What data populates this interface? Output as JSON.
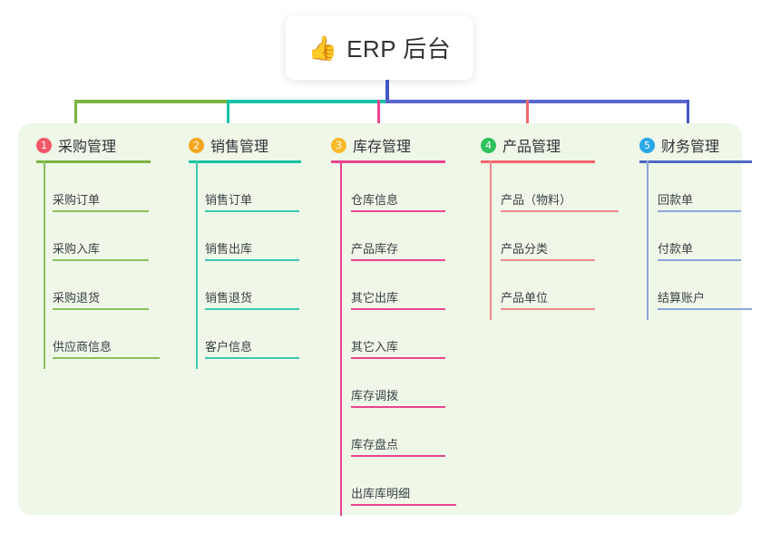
{
  "root": {
    "icon": "thumbs-up-icon",
    "emoji": "👍",
    "title": "ERP 后台"
  },
  "palette": {
    "panel_bg": "#eef7e8",
    "page_bg": "#ffffff",
    "root_link": "#4257c4",
    "link_green": "#7cb342",
    "link_teal": "#17c4a6",
    "link_indigo": "#5b66cf",
    "drop_pink": "#e8458f",
    "drop_red": "#f4666b",
    "drop_blue": "#4257c4",
    "text": "#2f3437",
    "leaf_text": "#3a4145"
  },
  "columns": [
    {
      "index": "1",
      "badge_color": "#f4576a",
      "accent": "#7cb342",
      "title": "采购管理",
      "items": [
        "采购订单",
        "采购入库",
        "采购退货",
        "供应商信息"
      ]
    },
    {
      "index": "2",
      "badge_color": "#f5a623",
      "accent": "#17c4a6",
      "title": "销售管理",
      "items": [
        "销售订单",
        "销售出库",
        "销售退货",
        "客户信息"
      ]
    },
    {
      "index": "3",
      "badge_color": "#fbb929",
      "accent": "#e8458f",
      "title": "库存管理",
      "items": [
        "仓库信息",
        "产品库存",
        "其它出库",
        "其它入库",
        "库存调拨",
        "库存盘点",
        "出库库明细"
      ]
    },
    {
      "index": "4",
      "badge_color": "#2fc25b",
      "accent": "#f4666b",
      "title": "产品管理",
      "items": [
        "产品（物料）",
        "产品分类",
        "产品单位"
      ]
    },
    {
      "index": "5",
      "badge_color": "#29a7e8",
      "accent": "#4f68c4",
      "title": "财务管理",
      "items": [
        "回款单",
        "付款单",
        "结算账户"
      ]
    }
  ]
}
